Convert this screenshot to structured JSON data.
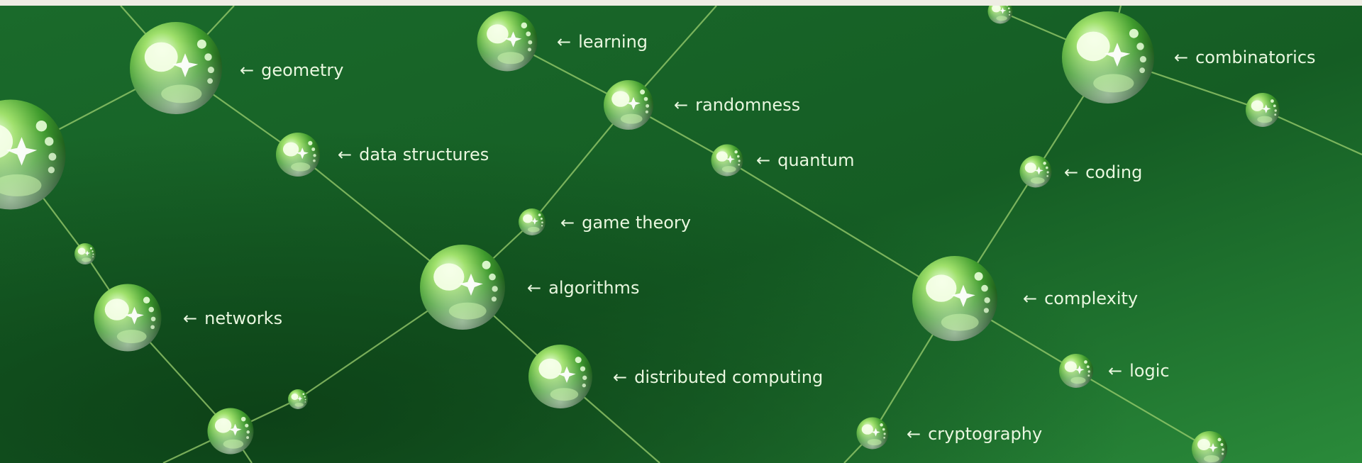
{
  "diagram": {
    "background": {
      "top": "#1c6a2c",
      "bottom": "#0f4f1c",
      "accent": "#2b8a39"
    },
    "edge_color": "#9ccf6f",
    "arrow_glyph": "←",
    "nodes": [
      {
        "id": "geometry",
        "label": "geometry"
      },
      {
        "id": "learning",
        "label": "learning"
      },
      {
        "id": "randomness",
        "label": "randomness"
      },
      {
        "id": "data-structures",
        "label": "data structures"
      },
      {
        "id": "quantum",
        "label": "quantum"
      },
      {
        "id": "game-theory",
        "label": "game theory"
      },
      {
        "id": "algorithms",
        "label": "algorithms"
      },
      {
        "id": "networks",
        "label": "networks"
      },
      {
        "id": "distributed-computing",
        "label": "distributed computing"
      },
      {
        "id": "combinatorics",
        "label": "combinatorics"
      },
      {
        "id": "coding",
        "label": "coding"
      },
      {
        "id": "complexity",
        "label": "complexity"
      },
      {
        "id": "logic",
        "label": "logic"
      },
      {
        "id": "cryptography",
        "label": "cryptography"
      },
      {
        "id": "unlabeled-1",
        "label": ""
      },
      {
        "id": "unlabeled-2",
        "label": ""
      },
      {
        "id": "unlabeled-3",
        "label": ""
      },
      {
        "id": "unlabeled-4",
        "label": ""
      },
      {
        "id": "unlabeled-5",
        "label": ""
      },
      {
        "id": "unlabeled-6",
        "label": ""
      },
      {
        "id": "unlabeled-7",
        "label": ""
      }
    ]
  }
}
